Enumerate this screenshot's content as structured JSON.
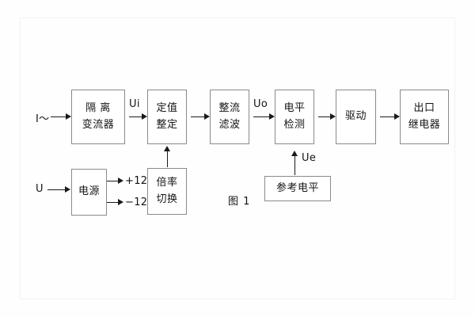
{
  "diagram": {
    "caption": "图 1",
    "blocks": [
      {
        "name": "isolation-transformer",
        "lines": [
          "隔 离",
          "变流器"
        ]
      },
      {
        "name": "setting-adjust",
        "lines": [
          "定值",
          "整定"
        ]
      },
      {
        "name": "rectifier-filter",
        "lines": [
          "整流",
          "滤波"
        ]
      },
      {
        "name": "level-detection",
        "lines": [
          "电平",
          "检测"
        ]
      },
      {
        "name": "drive",
        "lines": [
          "驱动"
        ]
      },
      {
        "name": "output-relay",
        "lines": [
          "出口",
          "继电器"
        ]
      },
      {
        "name": "power-supply",
        "lines": [
          "电源"
        ]
      },
      {
        "name": "multiplier-switch",
        "lines": [
          "倍率",
          "切换"
        ]
      },
      {
        "name": "reference-level",
        "lines": [
          "参考电平"
        ]
      }
    ],
    "signals": {
      "current_input": "I～",
      "voltage_input": "U",
      "ui": "Ui",
      "uo": "Uo",
      "ue": "Ue",
      "rail_positive": "+12V",
      "rail_negative": "−12V"
    },
    "colors": {
      "background": "#fefefe",
      "box_border": "#8a8a8a",
      "line": "#1a1a1a",
      "text": "#141414",
      "frame": "#f2f2f2"
    }
  }
}
